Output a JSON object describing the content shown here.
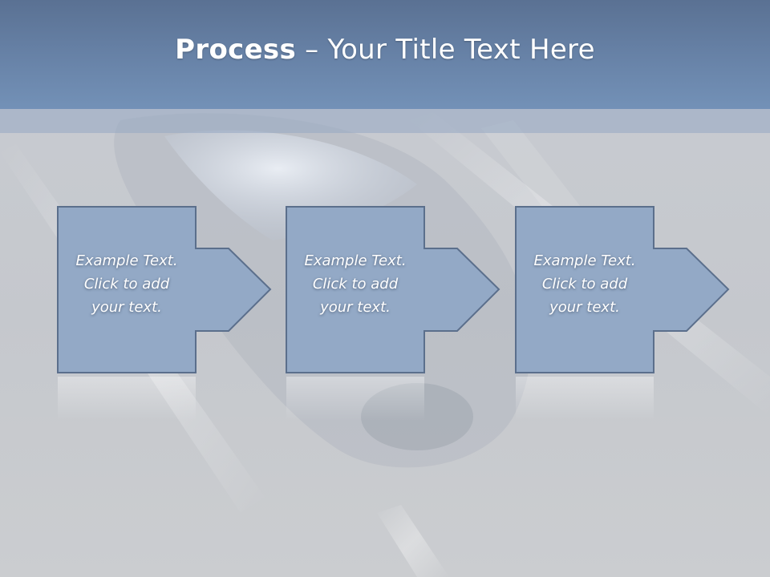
{
  "header": {
    "title_bold": "Process",
    "title_rest": " – Your Title Text Here"
  },
  "steps": [
    {
      "text": "Example Text.\nClick  to add\nyour text."
    },
    {
      "text": "Example Text.\nClick  to add\nyour text."
    },
    {
      "text": "Example Text.\nClick  to add\nyour text."
    }
  ],
  "colors": {
    "header": "#6883a8",
    "box_fill": "#93a9c6",
    "box_stroke": "#5b6f8c",
    "background": "#c8cacf"
  }
}
